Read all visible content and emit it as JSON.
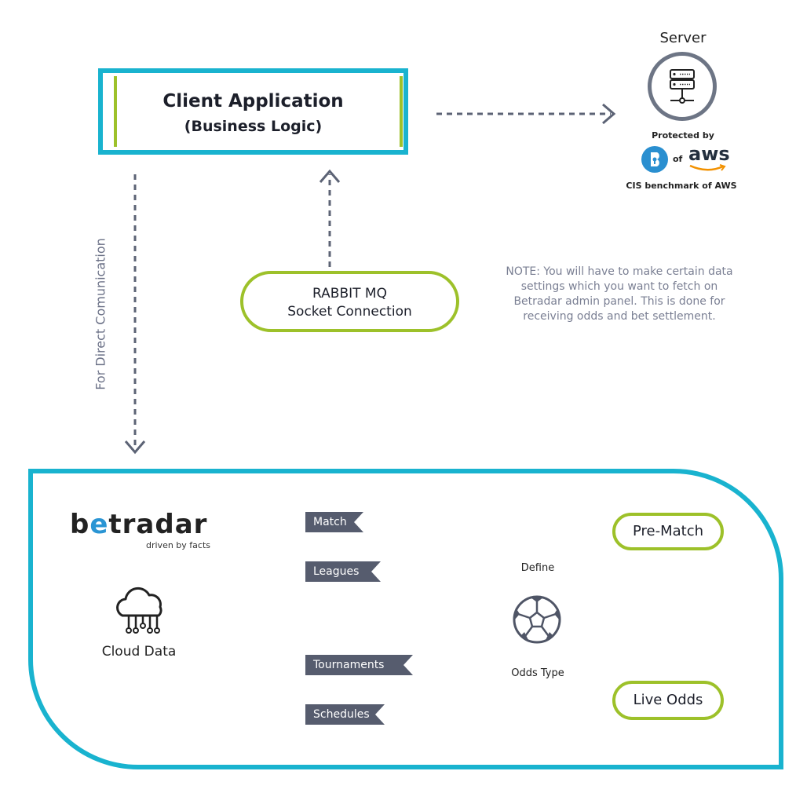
{
  "client": {
    "title": "Client Application",
    "subtitle": "(Business Logic)"
  },
  "server": {
    "label": "Server",
    "protected_by": "Protected by",
    "of_text": "of",
    "aws_logo_text": "aws",
    "benchmark": "CIS benchmark of AWS",
    "icon": "server-icon"
  },
  "rabbit": {
    "line1": "RABBIT MQ",
    "line2": "Socket Connection"
  },
  "note": "NOTE: You will have to make certain data settings which you want to fetch on Betradar admin panel. This is done for receiving odds and bet settlement.",
  "direct_label": "For Direct Comunication",
  "betradar": {
    "logo_b": "b",
    "logo_e": "e",
    "logo_rest": "tradar",
    "tagline": "driven by facts"
  },
  "cloud": {
    "label": "Cloud Data",
    "icon": "cloud-network-icon"
  },
  "tags": [
    "Match",
    "Leagues",
    "Tournaments",
    "Schedules"
  ],
  "define_label": "Define",
  "odds_type_label": "Odds Type",
  "ball_icon": "soccer-ball-icon",
  "odds": {
    "pre_match": "Pre-Match",
    "live": "Live Odds"
  },
  "colors": {
    "accent_blue": "#19b3cf",
    "accent_green": "#9dc12a",
    "arrow_gray": "#5c6375",
    "tag_bg": "#565c6e",
    "note_text": "#7a7f93",
    "logo_e": "#2a95d4"
  }
}
